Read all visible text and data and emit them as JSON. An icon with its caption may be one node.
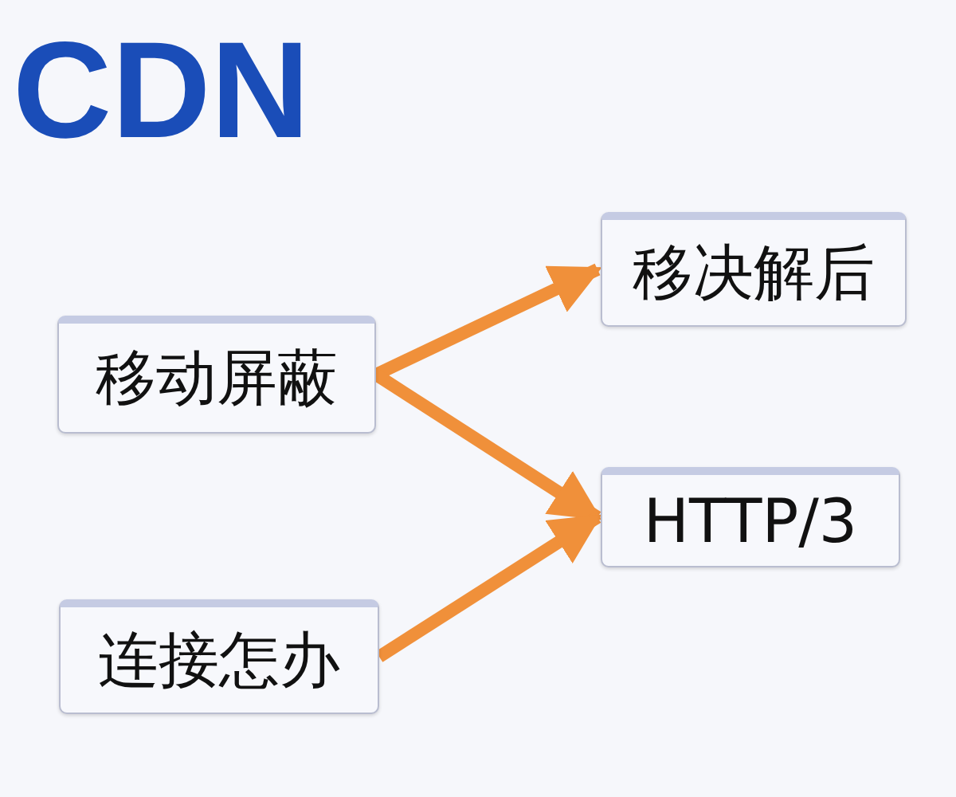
{
  "diagram": {
    "title": "CDN",
    "nodes": [
      {
        "text": [
          "移动屏蔽"
        ]
      },
      {
        "text": [
          "移决解后"
        ]
      },
      {
        "text": [
          "HTTP/3"
        ]
      },
      {
        "text": [
          "连接怎办"
        ]
      }
    ],
    "edges": [
      {
        "from": 0,
        "to": 1,
        "arrow": "to"
      },
      {
        "from": 0,
        "to": 2,
        "arrow": "to"
      },
      {
        "from": 3,
        "to": 2,
        "arrow": "to"
      }
    ]
  }
}
